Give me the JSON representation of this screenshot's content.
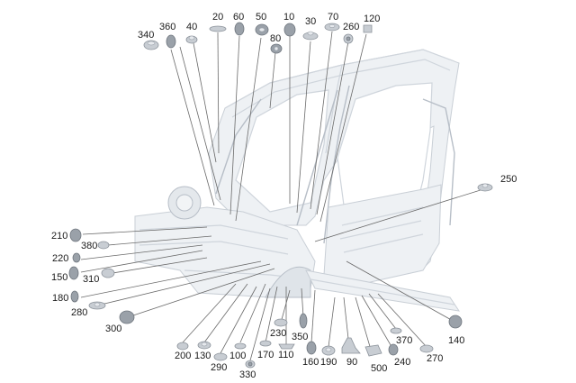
{
  "diagram": {
    "labels": [
      {
        "id": "p340",
        "text": "340"
      },
      {
        "id": "p360",
        "text": "360"
      },
      {
        "id": "p40",
        "text": "40"
      },
      {
        "id": "p20",
        "text": "20"
      },
      {
        "id": "p60",
        "text": "60"
      },
      {
        "id": "p50",
        "text": "50"
      },
      {
        "id": "p10",
        "text": "10"
      },
      {
        "id": "p30",
        "text": "30"
      },
      {
        "id": "p70",
        "text": "70"
      },
      {
        "id": "p260",
        "text": "260"
      },
      {
        "id": "p120",
        "text": "120"
      },
      {
        "id": "p80",
        "text": "80"
      },
      {
        "id": "p250",
        "text": "250"
      },
      {
        "id": "p210",
        "text": "210"
      },
      {
        "id": "p380",
        "text": "380"
      },
      {
        "id": "p220",
        "text": "220"
      },
      {
        "id": "p150",
        "text": "150"
      },
      {
        "id": "p310",
        "text": "310"
      },
      {
        "id": "p180",
        "text": "180"
      },
      {
        "id": "p280",
        "text": "280"
      },
      {
        "id": "p300",
        "text": "300"
      },
      {
        "id": "p140",
        "text": "140"
      },
      {
        "id": "p200",
        "text": "200"
      },
      {
        "id": "p130",
        "text": "130"
      },
      {
        "id": "p290",
        "text": "290"
      },
      {
        "id": "p100",
        "text": "100"
      },
      {
        "id": "p330",
        "text": "330"
      },
      {
        "id": "p170",
        "text": "170"
      },
      {
        "id": "p110",
        "text": "110"
      },
      {
        "id": "p230",
        "text": "230"
      },
      {
        "id": "p350",
        "text": "350"
      },
      {
        "id": "p160",
        "text": "160"
      },
      {
        "id": "p190",
        "text": "190"
      },
      {
        "id": "p90",
        "text": "90"
      },
      {
        "id": "p500",
        "text": "500"
      },
      {
        "id": "p240",
        "text": "240"
      },
      {
        "id": "p370",
        "text": "370"
      },
      {
        "id": "p270",
        "text": "270"
      }
    ]
  }
}
